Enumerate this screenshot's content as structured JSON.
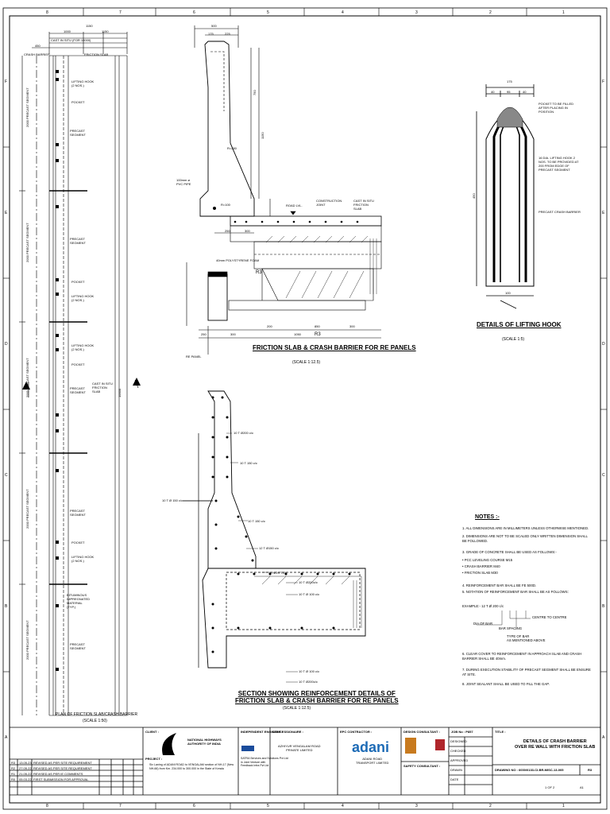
{
  "grid": {
    "cols": [
      "8",
      "7",
      "6",
      "5",
      "4",
      "3",
      "2",
      "1"
    ],
    "rows": [
      "F",
      "E",
      "D",
      "C",
      "B",
      "A"
    ]
  },
  "plan": {
    "dims_top": [
      "1150",
      "1000",
      "1150",
      "450"
    ],
    "label_crash": "CRASH BARRIER",
    "label_friction": "FRICTION SLAB",
    "label_cast_top": "CAST IN SITU (FOR 10000)",
    "hooks": [
      "LIFTING HOOK\n(2 NOS.)",
      "LIFTING HOOK\n(2 NOS.)",
      "LIFTING HOOK\n(2 NOS.)",
      "LIFTING HOOK\n(2 NOS.)"
    ],
    "pockets": [
      "POCKET",
      "POCKET",
      "POCKET",
      "POCKET"
    ],
    "precast": [
      "PRECAST\nSEGMENT",
      "PRECAST\nSEGMENT",
      "PRECAST\nSEGMENT",
      "PRECAST\nSEGMENT",
      "PRECAST\nSEGMENT"
    ],
    "cast_in_situ": "CAST IN SITU\nFRICTION\nSLAB",
    "bitumen": "BITUMINOUS\nIMPREGNATED\nMATERIAL\n(TYP.)",
    "side_label": "2000 PRECAST SEGMENT",
    "overall": "10000",
    "title": "PLAN OF FRICTION SLAB/CRASH BARRIER",
    "scale": "(SCALE 1:50)"
  },
  "section1": {
    "dims": [
      "500",
      "175",
      "225",
      "750",
      "1150",
      "250",
      "300",
      "250",
      "300",
      "200",
      "1050",
      "850",
      "300"
    ],
    "pvc": "100mm ø\nPVC PIPE",
    "r250": "R=250",
    "r100": "R=100",
    "road_lvl": "ROAD LVL.",
    "constr_joint": "CONSTRUCTION\nJOINT",
    "cast_fs": "CAST IN SITU\nFRICTION\nSLAB",
    "polystyrene": "40mm POLYSTYRENE FOAM",
    "r3": "R3",
    "re_panel": "RE PANEL",
    "title": "FRICTION SLAB & CRASH BARRIER FOR RE PANELS",
    "scale": "(SCALE 1:12.5)"
  },
  "hook": {
    "dims": [
      "175",
      "40",
      "95",
      "40"
    ],
    "pocket_note": "POCKET TO BE FILLED\nAFTER PLACING IN\nPOSITION",
    "hook_note": "16 DIA. LIFTING HOOK 2\nNOS. TO BE PROVIDED AT\n200 FROM EDGE OF\nPRECAST SEGMENT",
    "barrier": "PRECAST CRASH BARRIER",
    "height": "450",
    "bottom": "100",
    "title": "DETAILS OF LIFTING HOOK",
    "scale": "(SCALE 1:5)"
  },
  "section2": {
    "bars": [
      "10 T Ø200 c/c",
      "10 T 150 c/c",
      "10 T Ø 150 c/c",
      "10 T 150 c/c",
      "12 T Ø150 c/c",
      "1 NOS T10",
      "10 T Ø200c/c",
      "10 T Ø 100 c/c",
      "10 T Ø 100 c/c",
      "10 T Ø200c/c"
    ],
    "title": "SECTION SHOWING REINFORCEMENT DETAILS OF\nFRICTION SLAB & CRASH BARRIER FOR RE PANELS",
    "scale": "(SCALE 1:12.5)"
  },
  "notes": {
    "heading": "NOTES :-",
    "items": [
      "1. ALL DIMENSIONS ARE IN MILLIMETERS UNLESS OTHERWISE MENTIONED.",
      "2. DIMENSIONS ARE NOT TO BE SCALED ONLY WRITTEN DIMENSION SHALL",
      "   BE FOLLOWED.",
      "3. GRADE OF CONCRETE SHALL BE USED AS FOLLOWS:-",
      "   • PCC LEVELING COURSE        M15",
      "   • CRASH BARRIER                M40",
      "   • FRICTION SLAB                 M30",
      "4. REINFORCEMENT BAR SHALL BE FE 500D.",
      "5. NOTATION OF REINFORCEMENT BAR SHALL BE AS FOLLOWS:",
      "   EXAMPLE:-        12  T  Ø  200  c/c",
      "6. CLEAR COVER TO REINFORCEMENT IN APPROACH SLAB AND CRASH",
      "   BARRIER SHALL BE 40mm.",
      "7. DURING EXECUTION STABILITY OF PRECAST SEGMENT SHALL BE ENSURE",
      "   AT SITE.",
      "8. JOINT SEALANT SHALL BE USED TO FILL THE GAP."
    ],
    "example_labels": [
      "DIA OF BAR",
      "BAR SPACING",
      "CENTRE TO CENTRE",
      "TYPE OF BAR\nAS MENTIONED ABOVE"
    ]
  },
  "titleblock": {
    "client_label": "CLIENT :",
    "client": "NATIONAL HIGHWAYS\nAUTHORITY OF INDIA",
    "project_label": "PROJECT :",
    "project": "Six Laning of ADANI ROAD to VENGALAM section of NH-17 (New NH-66) from Km. 234.000 to 300.000 in the State of Kerala",
    "ie_label": "INDEPENDENT ENGINEER :",
    "ie": "SATRA Services and Solutions Pvt Ltd\nin Joint Venture with\nFeedback Infra Pvt Ltd",
    "conc_label": "CONCESSIONAIRE :",
    "conc": "AZHIYUR VENGALAM ROAD\nPRIVATE LIMITED",
    "epc_label": "EPC CONTRACTOR :",
    "epc_logo": "adani",
    "epc": "ADANI ROAD\nTRANSPORT LIMITED",
    "design_label": "DESIGN CONSULTANT :",
    "safety_label": "SAFETY CONSULTANT :",
    "job_label": "JOB No : P857",
    "title_label": "TITLE :",
    "title": "DETAILS OF CRASH BARRIER\nOVER RE WALL WITH FRICTION SLAB",
    "drawing_no": "DRAWING NO : 6000/0133-CI-BR-MISC-13-005",
    "rev": "R3",
    "sheet": "1 OF 2",
    "size": "A1",
    "roles": [
      "DESIGNED",
      "CHECKED",
      "APPROVED",
      "DRAWN",
      "DATE"
    ],
    "revisions": [
      [
        "R3",
        "13.05.23",
        "REVISED AS PER SITE REQUIREMENT"
      ],
      [
        "R2",
        "27.05.22",
        "REVISED AS PER SITE REQUIREMENT"
      ],
      [
        "R1",
        "21.05.22",
        "REVISED AS PER IE COMMENTS"
      ],
      [
        "R0",
        "05.03.22",
        "FIRST SUBMISSION FOR APPROVAL"
      ]
    ]
  }
}
